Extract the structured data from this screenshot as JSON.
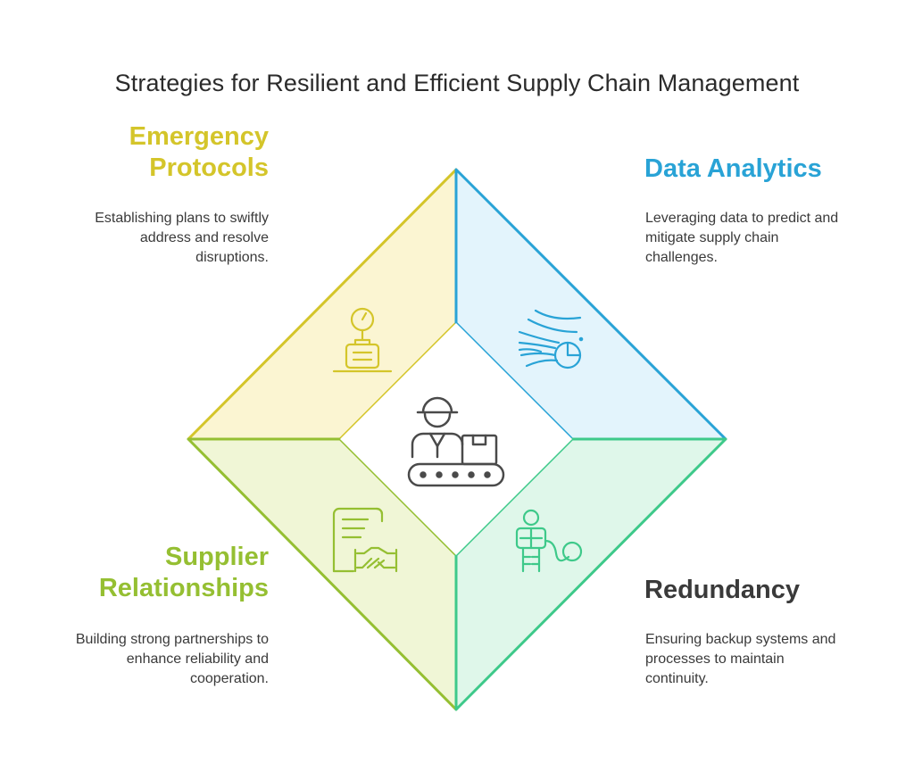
{
  "title": "Strategies for Resilient and Efficient Supply Chain Management",
  "quadrants": [
    {
      "id": "emergency",
      "heading": "Emergency Protocols",
      "heading_lines": [
        "Emergency",
        "Protocols"
      ],
      "description_lines": [
        "Establishing plans to swiftly",
        "address and resolve",
        "disruptions."
      ],
      "color": "#d4c52a",
      "fill": "#fbf5d2",
      "icon": "stopwatch-briefcase-icon"
    },
    {
      "id": "data",
      "heading": "Data Analytics",
      "heading_lines": [
        "Data Analytics"
      ],
      "description_lines": [
        "Leveraging data to predict and",
        "mitigate supply chain",
        "challenges."
      ],
      "color": "#29a3d6",
      "fill": "#e3f4fc",
      "icon": "data-stream-pie-icon"
    },
    {
      "id": "supplier",
      "heading": "Supplier Relationships",
      "heading_lines": [
        "Supplier",
        "Relationships"
      ],
      "description_lines": [
        "Building strong partnerships to",
        "enhance reliability and",
        "cooperation."
      ],
      "color": "#95bf32",
      "fill": "#f0f6d6",
      "icon": "contract-handshake-icon"
    },
    {
      "id": "redundancy",
      "heading": "Redundancy",
      "heading_lines": [
        "Redundancy"
      ],
      "description_lines": [
        "Ensuring backup systems and",
        "processes to maintain",
        "continuity."
      ],
      "color": "#3a3a3a",
      "fill": "#dff7ea",
      "stroke": "#3ec98a",
      "icon": "robot-cable-icon"
    }
  ],
  "center_icon": "worker-conveyor-icon"
}
